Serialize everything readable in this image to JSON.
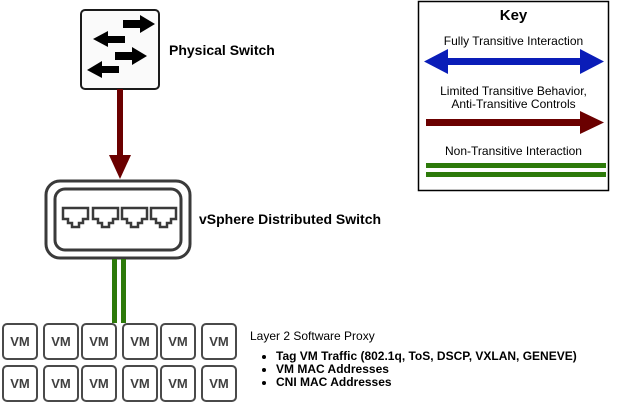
{
  "diagram": {
    "nodes": {
      "physical_switch": {
        "label": "Physical Switch",
        "icon": "switch-arrows-icon"
      },
      "distributed_switch": {
        "label": "vSphere Distributed Switch",
        "icon": "ethernet-ports-icon",
        "port_count": 4
      },
      "vm_grid": {
        "rows": 2,
        "columns": 6,
        "vm_label": "VM"
      }
    },
    "connections": [
      {
        "from": "physical_switch",
        "to": "distributed_switch",
        "type": "limited-transitive",
        "color": "#6b0000"
      },
      {
        "from": "distributed_switch",
        "to": "vm_grid",
        "type": "non-transitive",
        "color": "#2d7a0a"
      }
    ],
    "proxy": {
      "title": "Layer 2 Software Proxy",
      "items": [
        "Tag VM Traffic (802.1q, ToS, DSCP, VXLAN, GENEVE)",
        "VM MAC Addresses",
        "CNI MAC Addresses"
      ]
    },
    "key": {
      "title": "Key",
      "entries": [
        {
          "label": "Fully Transitive Interaction",
          "style": "double-headed-arrow",
          "color": "#0a1db8"
        },
        {
          "label_line1": "Limited Transitive Behavior,",
          "label_line2": "Anti-Transitive Controls",
          "style": "single-headed-arrow",
          "color": "#6b0000"
        },
        {
          "label": "Non-Transitive Interaction",
          "style": "double-line",
          "color": "#2d7a0a"
        }
      ]
    }
  }
}
